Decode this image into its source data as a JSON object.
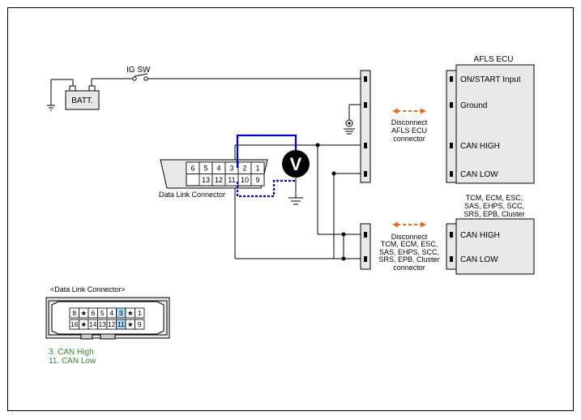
{
  "battery": {
    "label": "BATT."
  },
  "ig_switch": {
    "label": "IG SW"
  },
  "afls_ecu": {
    "title": "AFLS ECU",
    "pins": [
      "ON/START  Input",
      "Ground",
      "CAN HIGH",
      "CAN LOW"
    ]
  },
  "module_group": {
    "title_lines": [
      "TCM, ECM, ESC,",
      "SAS, EHPS, SCC,",
      "SRS, EPB, Cluster"
    ],
    "pins": [
      "CAN HIGH",
      "CAN LOW"
    ]
  },
  "disconnect_afls": {
    "lines": [
      "Disconnect",
      "AFLS ECU",
      "connector"
    ]
  },
  "disconnect_modules": {
    "lines": [
      "Disconnect",
      "TCM, ECM, ESC,",
      "SAS, EHPS, SCC,",
      "SRS, EPB, Cluster",
      "connector"
    ]
  },
  "dlc": {
    "label": "Data Link Connector",
    "top_pins": [
      "6",
      "5",
      "4",
      "3",
      "2",
      "1"
    ],
    "bottom_pins": [
      "13",
      "12",
      "11",
      "10",
      "9"
    ]
  },
  "voltmeter": {
    "symbol": "V"
  },
  "dlc_detail": {
    "heading": "<Data Link Connector>",
    "top_pins": [
      "8",
      "★",
      "6",
      "5",
      "4",
      "3",
      "★",
      "1"
    ],
    "bottom_pins": [
      "16",
      "★",
      "14",
      "13",
      "12",
      "11",
      "★",
      "9"
    ],
    "highlight_color": "#a8d8f0",
    "notes": [
      "3. CAN High",
      "11. CAN Low"
    ],
    "note_color": "#2e8b2e"
  },
  "colors": {
    "measurement_wire": "#0000cc",
    "disconnect_arrow": "#ee6a1a",
    "box_fill": "#e8e8e8"
  }
}
